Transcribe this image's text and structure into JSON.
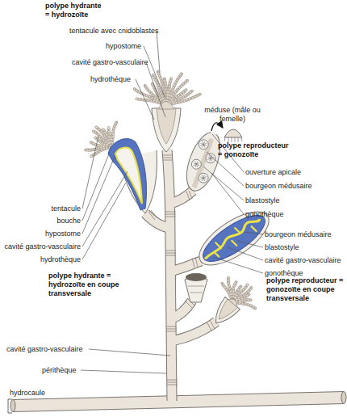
{
  "diagram": {
    "labels": [
      "polype hydrante = hydrozoïte",
      "tentacule avec cnidoblastes",
      "hypostome",
      "cavité gastro-vasculaire",
      "hydrothèque",
      "méduse (mâle ou femelle)",
      "polype reproducteur = gonozoïte",
      "ouverture apicale",
      "bourgeon médusaire",
      "blastostyle",
      "gonothèque",
      "tentacule",
      "bouche",
      "hypostome",
      "cavité gastro-vasculaire",
      "hydrothèque",
      "bourgeon médusaire",
      "blastostyle",
      "cavité gastro-vasculaire",
      "gonothèque",
      "polype hydrante = hydrozoïte en coupe transversale",
      "polype reproducteur = gonozoïte en coupe transversale",
      "cavité gastro-vasculaire",
      "périthèque",
      "hydrocaule"
    ]
  }
}
